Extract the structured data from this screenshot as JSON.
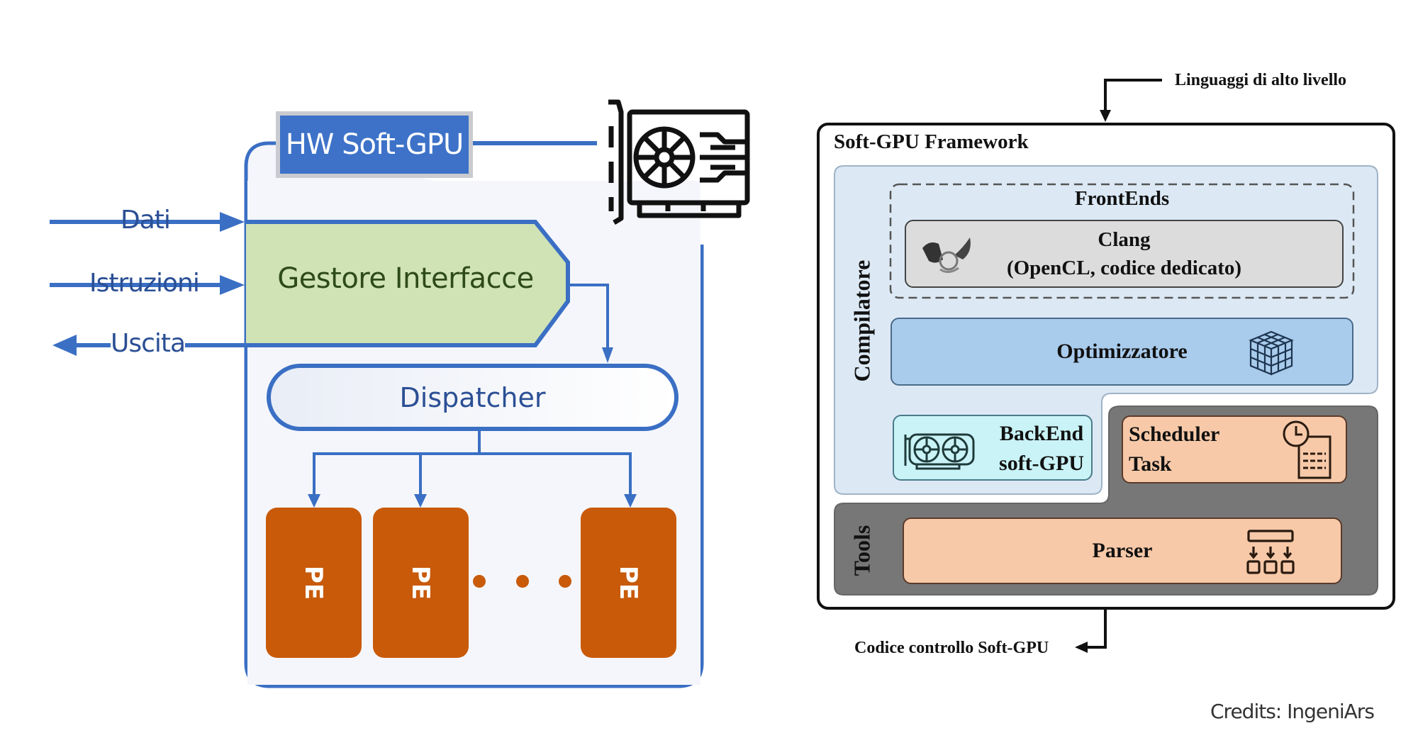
{
  "left_diagram": {
    "hw_title": "HW Soft-GPU",
    "gpu_icon": "graphics-card-icon",
    "inputs": [
      {
        "label": "Dati",
        "direction": "in"
      },
      {
        "label": "Istruzioni",
        "direction": "in"
      },
      {
        "label": "Uscita",
        "direction": "out"
      }
    ],
    "interface_manager": "Gestore Interfacce",
    "dispatcher": "Dispatcher",
    "processing_elements": [
      "PE",
      "PE",
      "PE"
    ],
    "ellipsis": "• • •",
    "colors": {
      "primary_blue": "#3a6fc4",
      "interface_green": "#cfe3b4",
      "pe_orange": "#c85a0a"
    }
  },
  "right_diagram": {
    "input_label": "Linguaggi di alto livello",
    "framework_title": "Soft-GPU Framework",
    "compiler_label": "Compilatore",
    "frontends": {
      "label": "FrontEnds",
      "clang_line1": "Clang",
      "clang_line2": "(OpenCL, codice dedicato)",
      "icon": "llvm-dragon-icon"
    },
    "optimizer": {
      "label": "Optimizzatore",
      "icon": "cube-grid-icon"
    },
    "backend": {
      "line1": "BackEnd",
      "line2": "soft-GPU",
      "icon": "graphics-card-icon"
    },
    "scheduler": {
      "line1": "Scheduler",
      "line2": "Task",
      "icon": "clock-schedule-icon"
    },
    "tools_label": "Tools",
    "parser": {
      "label": "Parser",
      "icon": "parse-tree-icon"
    },
    "output_label": "Codice controllo Soft-GPU",
    "colors": {
      "compiler_bg": "#dce9f5",
      "optimizer_bg": "#a9cbec",
      "backend_bg": "#c9f3f6",
      "tools_bg": "#777777",
      "orange_bg": "#f7c9a8",
      "clang_bg": "#dcdcdc"
    }
  },
  "credits": "Credits: IngeniArs"
}
